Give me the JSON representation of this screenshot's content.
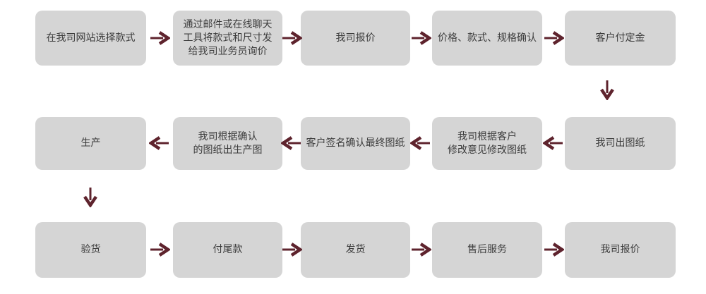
{
  "colors": {
    "background": "#ffffff",
    "box_fill": "#d5d5d5",
    "box_text": "#3c3c3c",
    "arrow": "#5e232d"
  },
  "flow": {
    "row1": {
      "direction": "right",
      "steps": [
        {
          "label": "在我司网站选择款式"
        },
        {
          "label": "通过邮件或在线聊天\n工具将款式和尺寸发\n给我司业务员询价"
        },
        {
          "label": "我司报价"
        },
        {
          "label": "价格、款式、规格确认"
        },
        {
          "label": "客户付定金"
        }
      ]
    },
    "row2": {
      "direction": "left",
      "steps": [
        {
          "label": "生产"
        },
        {
          "label": "我司根据确认\n的图纸出生产图"
        },
        {
          "label": "客户签名确认最终图纸"
        },
        {
          "label": "我司根据客户\n修改意见修改图纸"
        },
        {
          "label": "我司出图纸"
        }
      ]
    },
    "row3": {
      "direction": "right",
      "steps": [
        {
          "label": "验货"
        },
        {
          "label": "付尾款"
        },
        {
          "label": "发货"
        },
        {
          "label": "售后服务"
        },
        {
          "label": "我司报价"
        }
      ]
    }
  }
}
